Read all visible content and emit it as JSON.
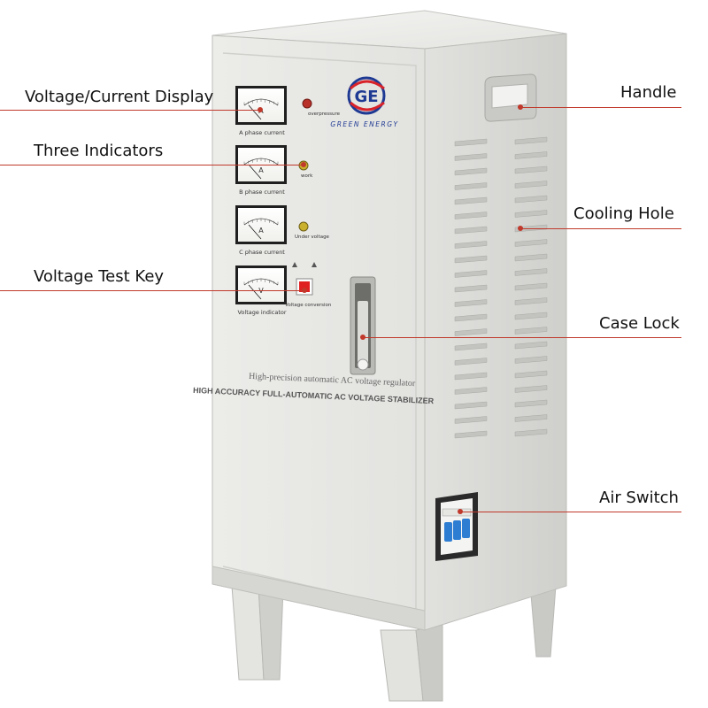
{
  "brand": {
    "monogram": "GE",
    "name": "GREEN ENERGY"
  },
  "product": {
    "tagline": "High-precision automatic AC voltage regulator",
    "title": "HIGH ACCURACY FULL-AUTOMATIC AC VOLTAGE STABILIZER"
  },
  "panel": {
    "meters": [
      {
        "unit": "A",
        "label": "A phase current"
      },
      {
        "unit": "A",
        "label": "B phase current"
      },
      {
        "unit": "A",
        "label": "C phase current"
      },
      {
        "unit": "V",
        "label": "Voltage indicator"
      }
    ],
    "indicators": [
      "overpressure",
      "work",
      "Under voltage"
    ],
    "switch_label": "Voltage conversion"
  },
  "callouts": {
    "display": "Voltage/Current Display",
    "indicators": "Three Indicators",
    "test_key": "Voltage Test Key",
    "handle": "Handle",
    "cooling": "Cooling Hole",
    "lock": "Case Lock",
    "air_switch": "Air Switch"
  },
  "colors": {
    "leader": "#c0392b",
    "cabinet_front": "#e6e6e3",
    "cabinet_side": "#d9d9d6",
    "brand_blue": "#1f3a93",
    "brand_red": "#d8232a",
    "air_switch_blue": "#2d7dd2",
    "test_key_red": "#e02020"
  }
}
